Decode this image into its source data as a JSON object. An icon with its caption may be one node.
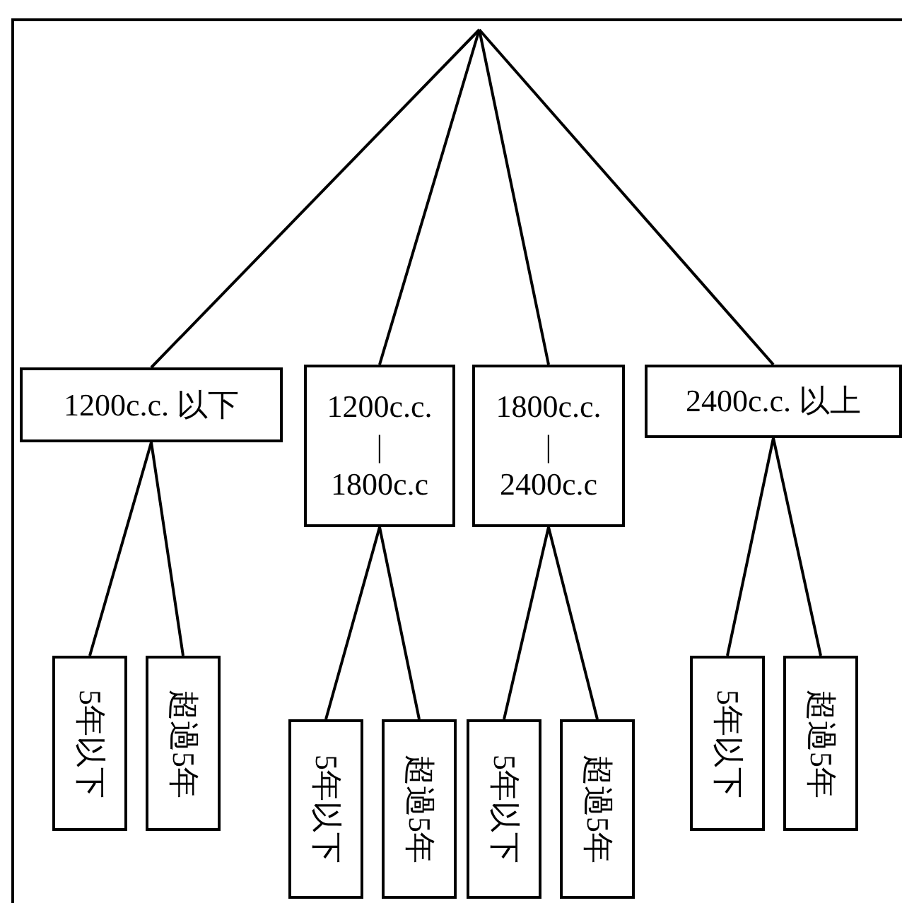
{
  "diagram": {
    "nodes": [
      {
        "text": [
          "1200c.c. 以下"
        ]
      },
      {
        "text": [
          "1200c.c. | 1800c.c"
        ]
      },
      {
        "text": [
          "1800c.c. | 2400c.c"
        ]
      },
      {
        "text": [
          "2400c.c. 以上"
        ]
      },
      {
        "text": [
          "5年以下"
        ]
      },
      {
        "text": [
          "超過5年"
        ]
      },
      {
        "text": [
          "5年以下"
        ]
      },
      {
        "text": [
          "超過5年"
        ]
      },
      {
        "text": [
          "5年以下"
        ]
      },
      {
        "text": [
          "超過5年"
        ]
      },
      {
        "text": [
          "5年以下"
        ]
      },
      {
        "text": [
          "超過5年"
        ]
      }
    ],
    "edges": [
      {
        "from": null,
        "to": 0,
        "arrow": "none"
      },
      {
        "from": null,
        "to": 1,
        "arrow": "none"
      },
      {
        "from": null,
        "to": 2,
        "arrow": "none"
      },
      {
        "from": null,
        "to": 3,
        "arrow": "none"
      },
      {
        "from": 0,
        "to": 4,
        "arrow": "none"
      },
      {
        "from": 0,
        "to": 5,
        "arrow": "none"
      },
      {
        "from": 1,
        "to": 6,
        "arrow": "none"
      },
      {
        "from": 1,
        "to": 7,
        "arrow": "none"
      },
      {
        "from": 2,
        "to": 8,
        "arrow": "none"
      },
      {
        "from": 2,
        "to": 9,
        "arrow": "none"
      },
      {
        "from": 3,
        "to": 10,
        "arrow": "none"
      },
      {
        "from": 3,
        "to": 11,
        "arrow": "none"
      }
    ]
  }
}
